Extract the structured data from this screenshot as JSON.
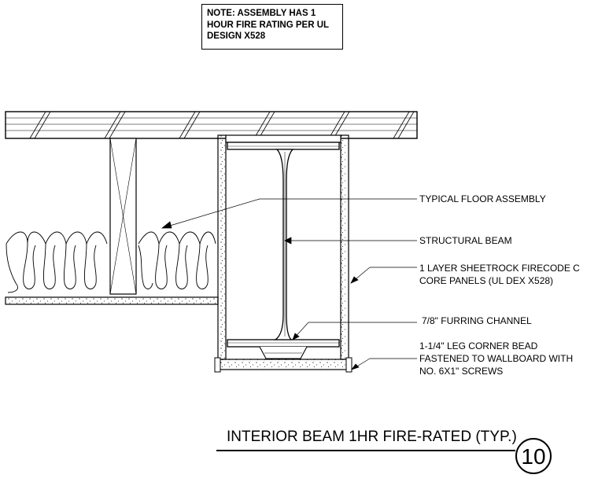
{
  "note": {
    "lines": [
      "NOTE: ASSEMBLY HAS 1",
      "HOUR FIRE RATING PER UL",
      "DESIGN X528"
    ]
  },
  "callouts": {
    "floor_assembly": "TYPICAL FLOOR ASSEMBLY",
    "structural_beam": "STRUCTURAL BEAM",
    "sheetrock_line1": "1 LAYER SHEETROCK FIRECODE C",
    "sheetrock_line2": "CORE PANELS (UL DEX X528)",
    "furring_channel": "7/8\" FURRING CHANNEL",
    "corner_bead_line1": "1-1/4\" LEG CORNER BEAD",
    "corner_bead_line2": "FASTENED TO WALLBOARD WITH",
    "corner_bead_line3": "NO. 6X1\" SCREWS"
  },
  "title": "INTERIOR BEAM 1HR FIRE-RATED (TYP.)",
  "detail_number": "10"
}
